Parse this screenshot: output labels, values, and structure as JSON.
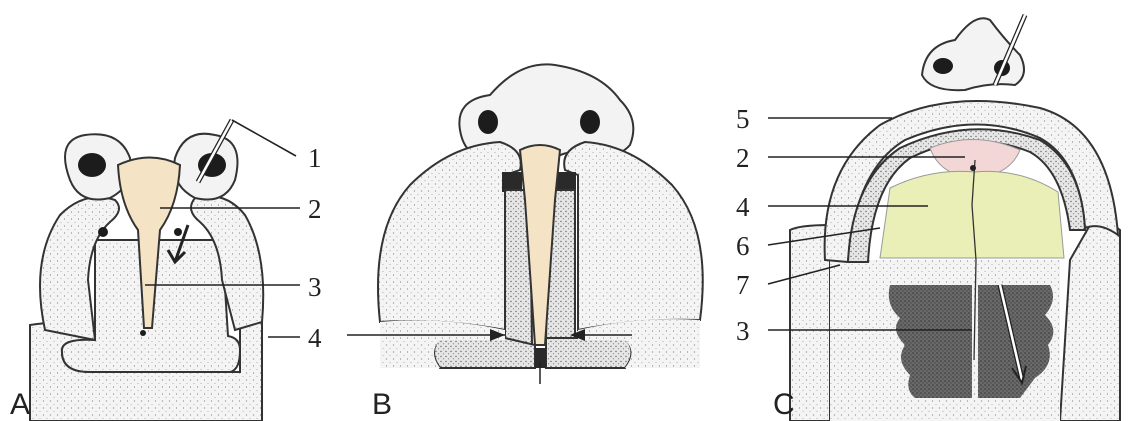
{
  "panels": [
    {
      "letter": "A",
      "labels": [
        "1",
        "2",
        "3",
        "4"
      ]
    },
    {
      "letter": "B"
    },
    {
      "letter": "C",
      "labels": [
        "5",
        "2",
        "4",
        "6",
        "7",
        "3"
      ]
    }
  ],
  "colors": {
    "tissue": "#f2f2f2",
    "primary_palate": "#f4e3c4",
    "secondary_palate": "#e9efb6",
    "premaxilla_pink": "#f3d6d6",
    "cavity": "#6a6a6a",
    "ink": "#222222"
  }
}
